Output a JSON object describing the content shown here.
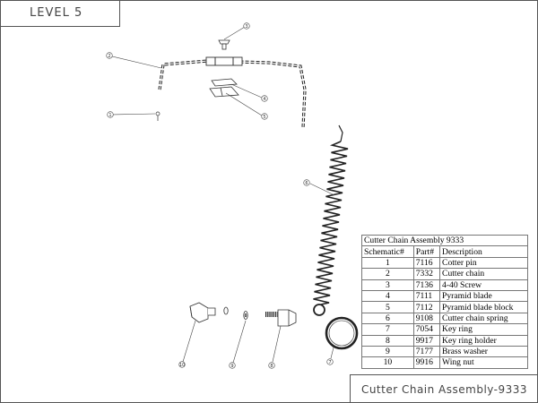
{
  "level_label": "LEVEL 5",
  "title_block": "Cutter Chain Assembly-9333",
  "table": {
    "caption": "Cutter Chain Assembly 9333",
    "headers": [
      "Schematic#",
      "Part#",
      "Description"
    ],
    "rows": [
      {
        "schematic": "1",
        "part": "7116",
        "description": "Cotter pin"
      },
      {
        "schematic": "2",
        "part": "7332",
        "description": "Cutter chain"
      },
      {
        "schematic": "3",
        "part": "7136",
        "description": "4-40 Screw"
      },
      {
        "schematic": "4",
        "part": "7111",
        "description": "Pyramid blade"
      },
      {
        "schematic": "5",
        "part": "7112",
        "description": "Pyramid blade block"
      },
      {
        "schematic": "6",
        "part": "9108",
        "description": "Cutter chain spring"
      },
      {
        "schematic": "7",
        "part": "7054",
        "description": "Key ring"
      },
      {
        "schematic": "8",
        "part": "9917",
        "description": "Key ring holder"
      },
      {
        "schematic": "9",
        "part": "7177",
        "description": "Brass washer"
      },
      {
        "schematic": "10",
        "part": "9916",
        "description": "Wing nut"
      }
    ]
  },
  "callouts": [
    "3",
    "2",
    "4",
    "5",
    "1",
    "6",
    "7",
    "8",
    "9",
    "10"
  ]
}
